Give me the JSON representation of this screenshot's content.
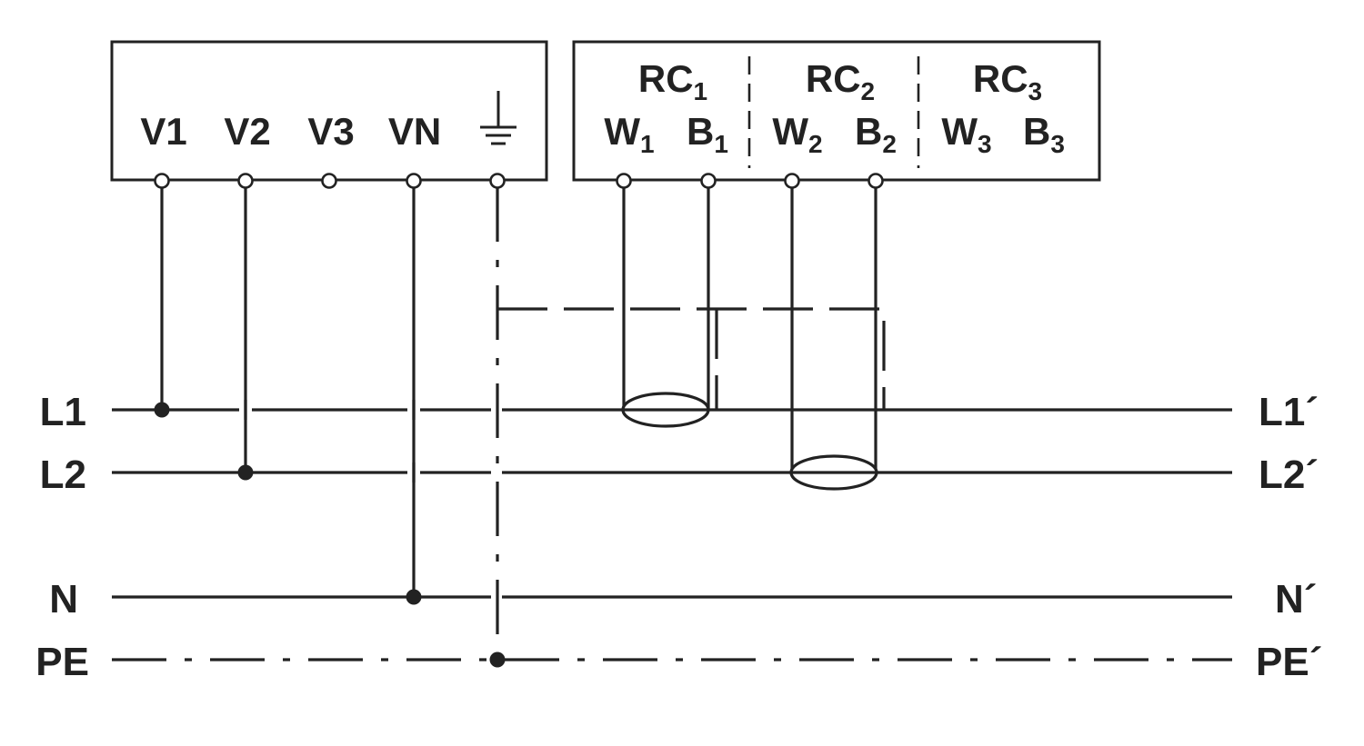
{
  "meter": {
    "terminals": [
      "V1",
      "V2",
      "V3",
      "VN"
    ],
    "earth_icon": "earth-ground-icon"
  },
  "rc_module": {
    "channels": [
      {
        "name": "RC",
        "sub": "1",
        "white": "W",
        "white_sub": "1",
        "black": "B",
        "black_sub": "1"
      },
      {
        "name": "RC",
        "sub": "2",
        "white": "W",
        "white_sub": "2",
        "black": "B",
        "black_sub": "2"
      },
      {
        "name": "RC",
        "sub": "3",
        "white": "W",
        "white_sub": "3",
        "black": "B",
        "black_sub": "3"
      }
    ]
  },
  "lines": {
    "left": [
      "L1",
      "L2",
      "N",
      "PE"
    ],
    "right": [
      "L1´",
      "L2´",
      "N´",
      "PE´"
    ]
  },
  "colors": {
    "ink": "#222222",
    "background": "#ffffff"
  }
}
